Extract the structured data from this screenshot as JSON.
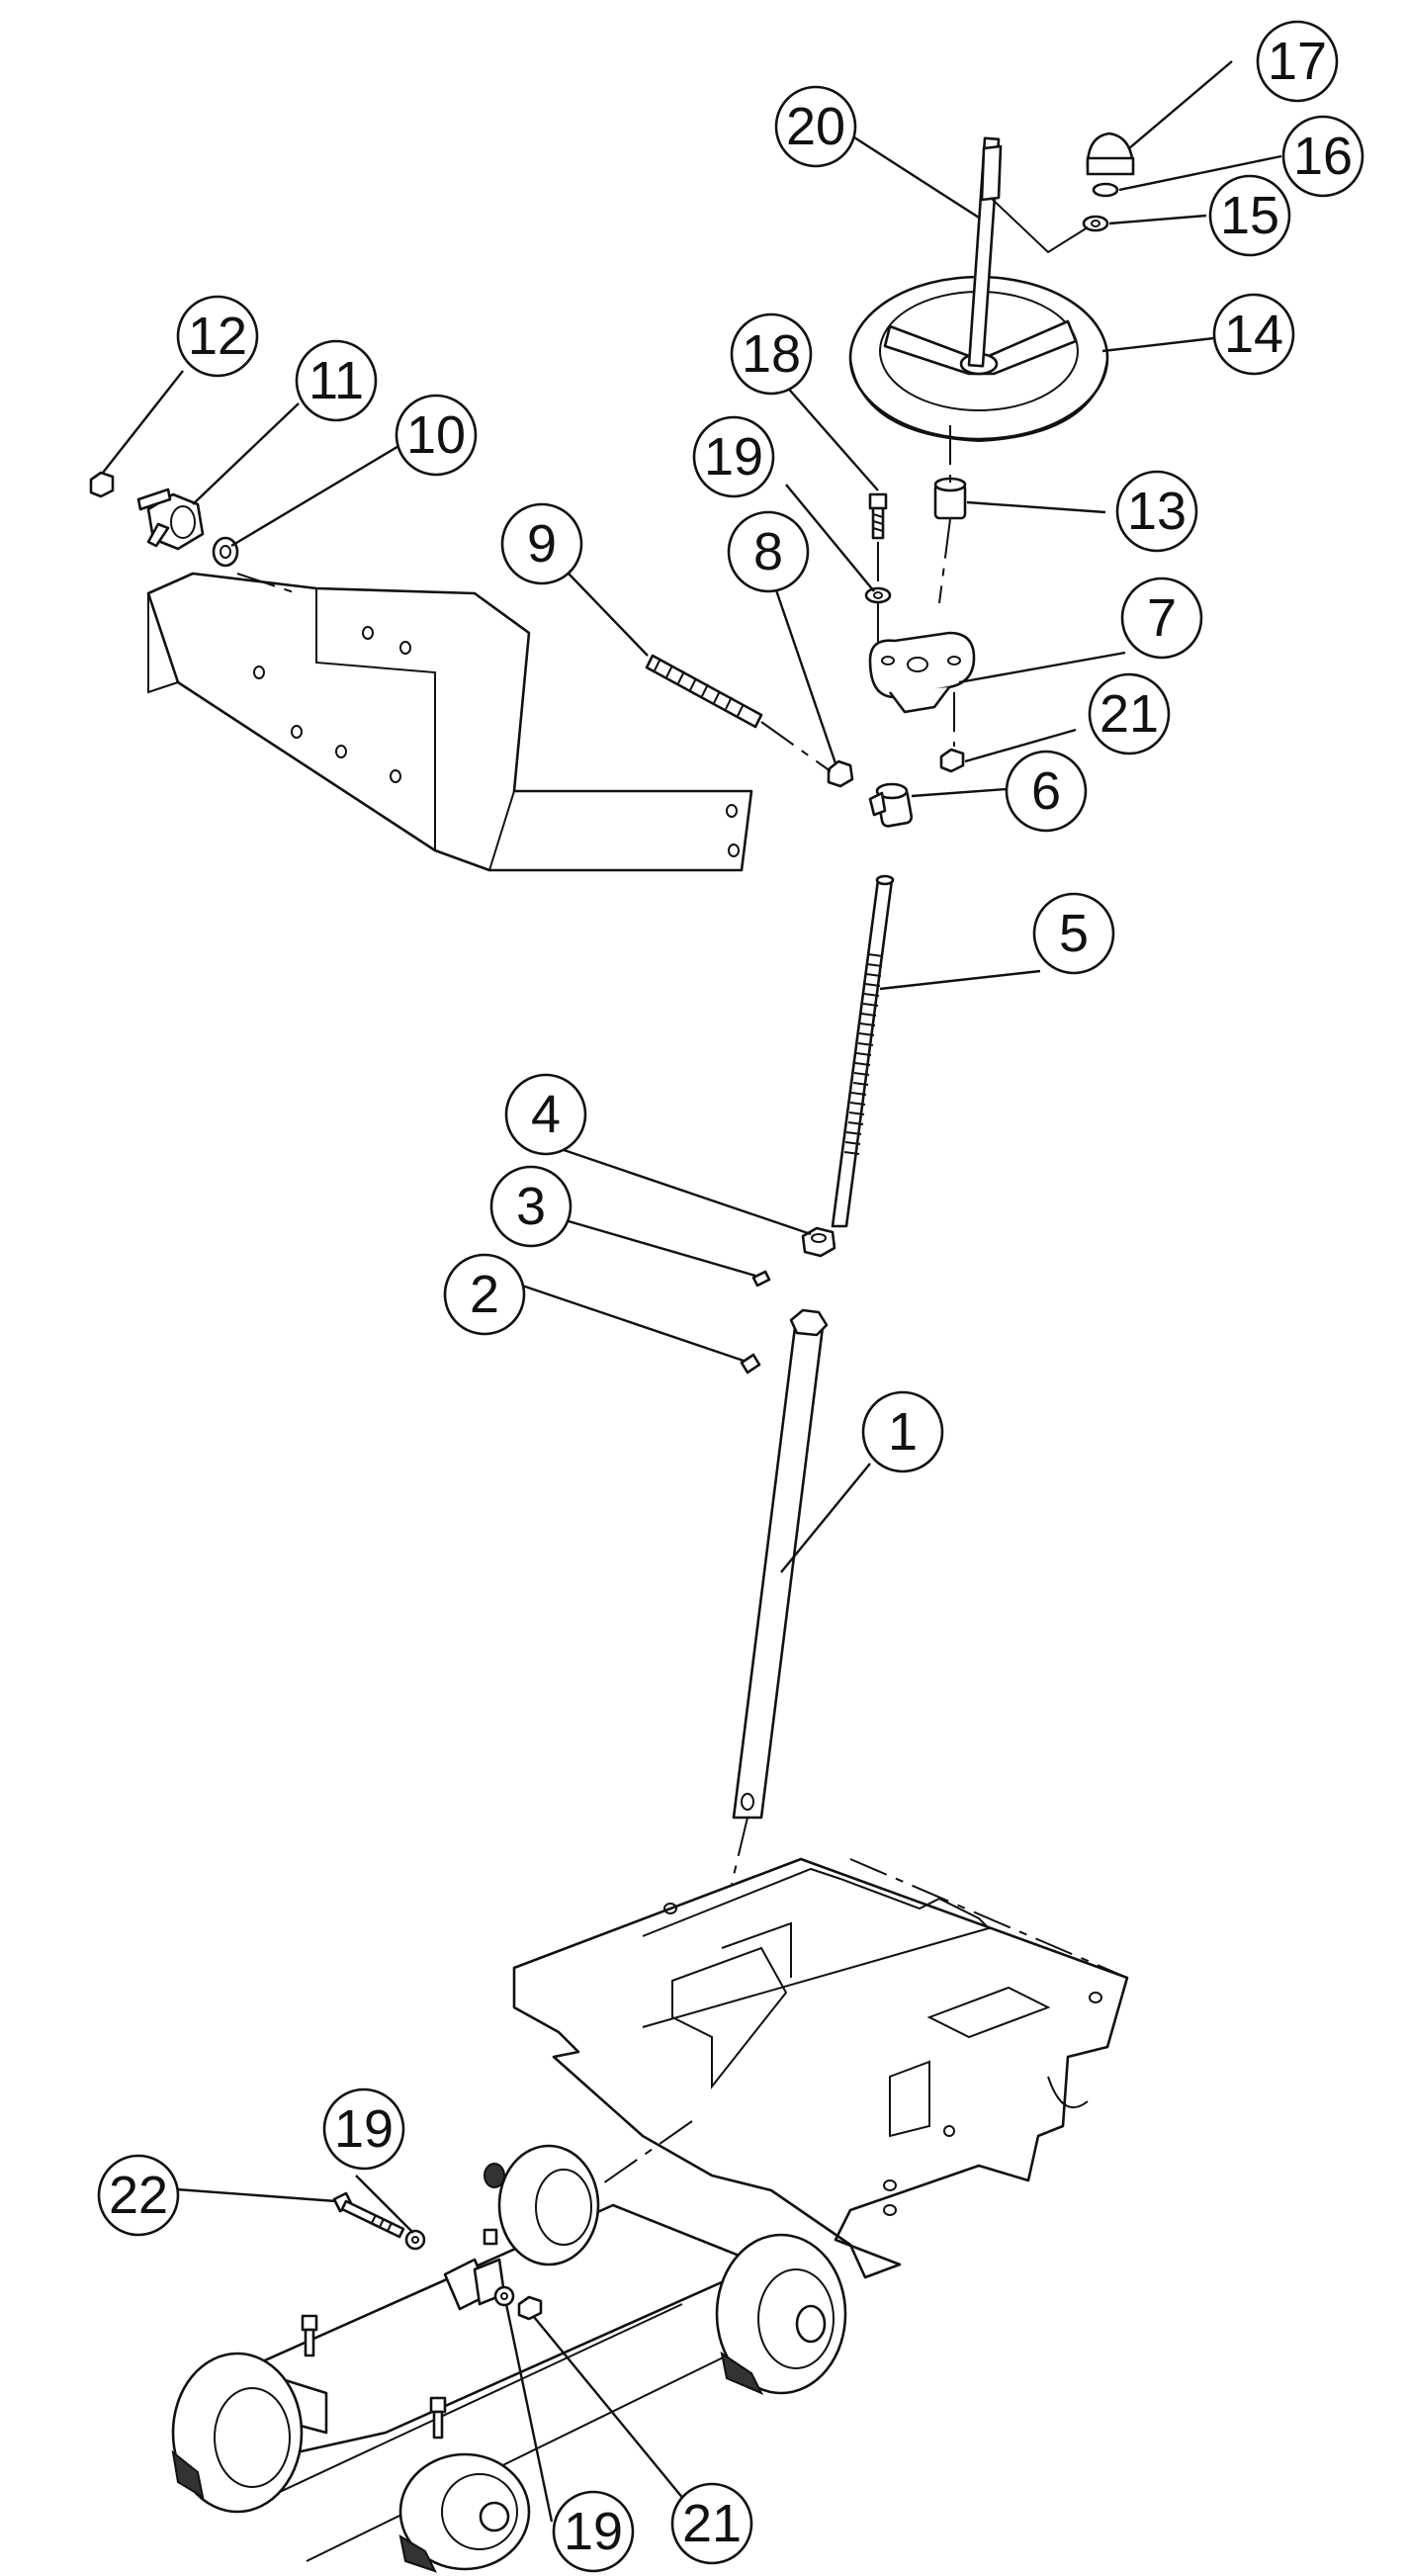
{
  "callouts": {
    "c1": "1",
    "c2": "2",
    "c3": "3",
    "c4": "4",
    "c5": "5",
    "c6": "6",
    "c7": "7",
    "c8": "8",
    "c9": "9",
    "c10": "10",
    "c11": "11",
    "c12": "12",
    "c13": "13",
    "c14": "14",
    "c15": "15",
    "c16": "16",
    "c17": "17",
    "c18": "18",
    "c19a": "19",
    "c19b": "19",
    "c19c": "19",
    "c20": "20",
    "c21a": "21",
    "c21b": "21",
    "c22": "22"
  }
}
